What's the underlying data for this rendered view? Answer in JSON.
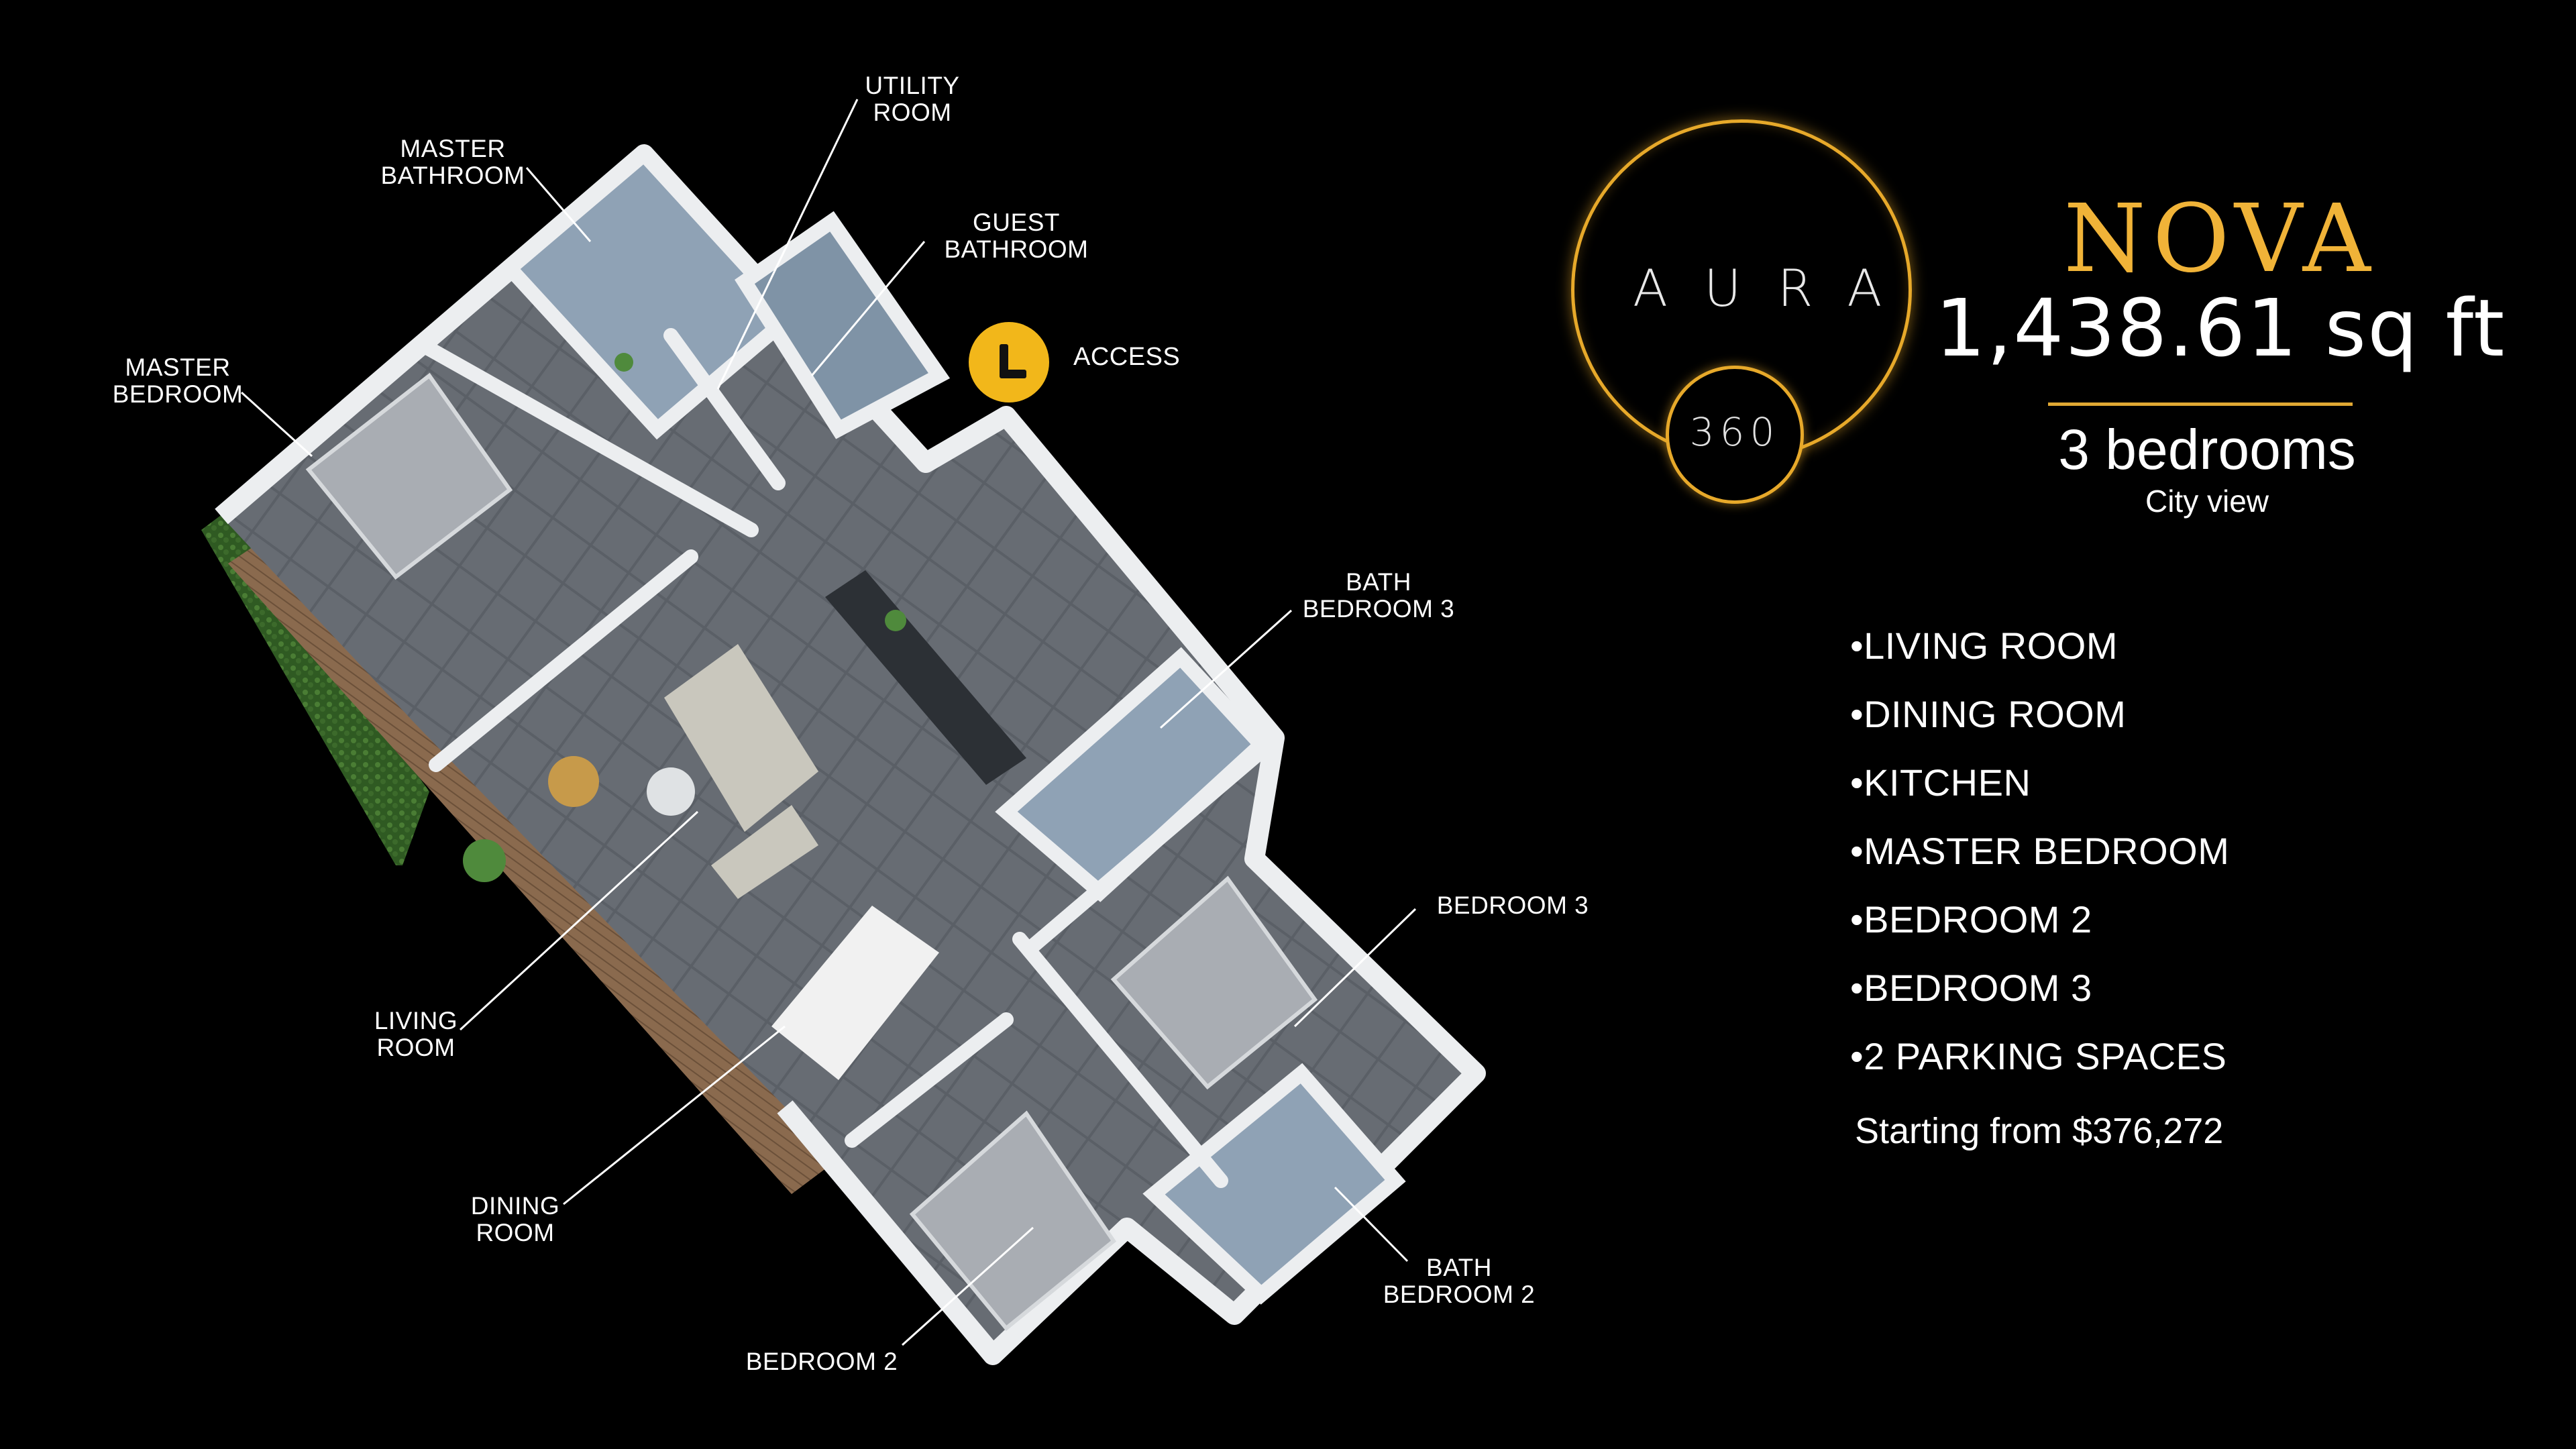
{
  "brand": {
    "logo_word": "AURA",
    "logo_number": "360",
    "ring_color": "#e7a92a"
  },
  "unit": {
    "model_name": "NOVA",
    "area": "1,438.61 sq ft",
    "bedrooms": "3 bedrooms",
    "view": "City view",
    "accent_color": "#f0b338"
  },
  "features": [
    "•LIVING ROOM",
    "•DINING ROOM",
    "•KITCHEN",
    "•MASTER BEDROOM",
    "•BEDROOM 2",
    "•BEDROOM 3",
    "•2 PARKING SPACES"
  ],
  "price": "Starting from $376,272",
  "floorplan": {
    "access_label": "ACCESS",
    "access_icon": "letter-l-icon",
    "rooms": {
      "utility_room": [
        "UTILITY",
        "ROOM"
      ],
      "master_bathroom": [
        "MASTER",
        "BATHROOM"
      ],
      "guest_bathroom": [
        "GUEST",
        "BATHROOM"
      ],
      "master_bedroom": [
        "MASTER",
        "BEDROOM"
      ],
      "bath_bedroom_3": [
        "BATH",
        "BEDROOM 3"
      ],
      "bedroom_3": [
        "BEDROOM 3"
      ],
      "living_room": [
        "LIVING",
        "ROOM"
      ],
      "dining_room": [
        "DINING",
        "ROOM"
      ],
      "bath_bedroom_2": [
        "BATH",
        "BEDROOM 2"
      ],
      "bedroom_2": [
        "BEDROOM 2"
      ]
    }
  }
}
